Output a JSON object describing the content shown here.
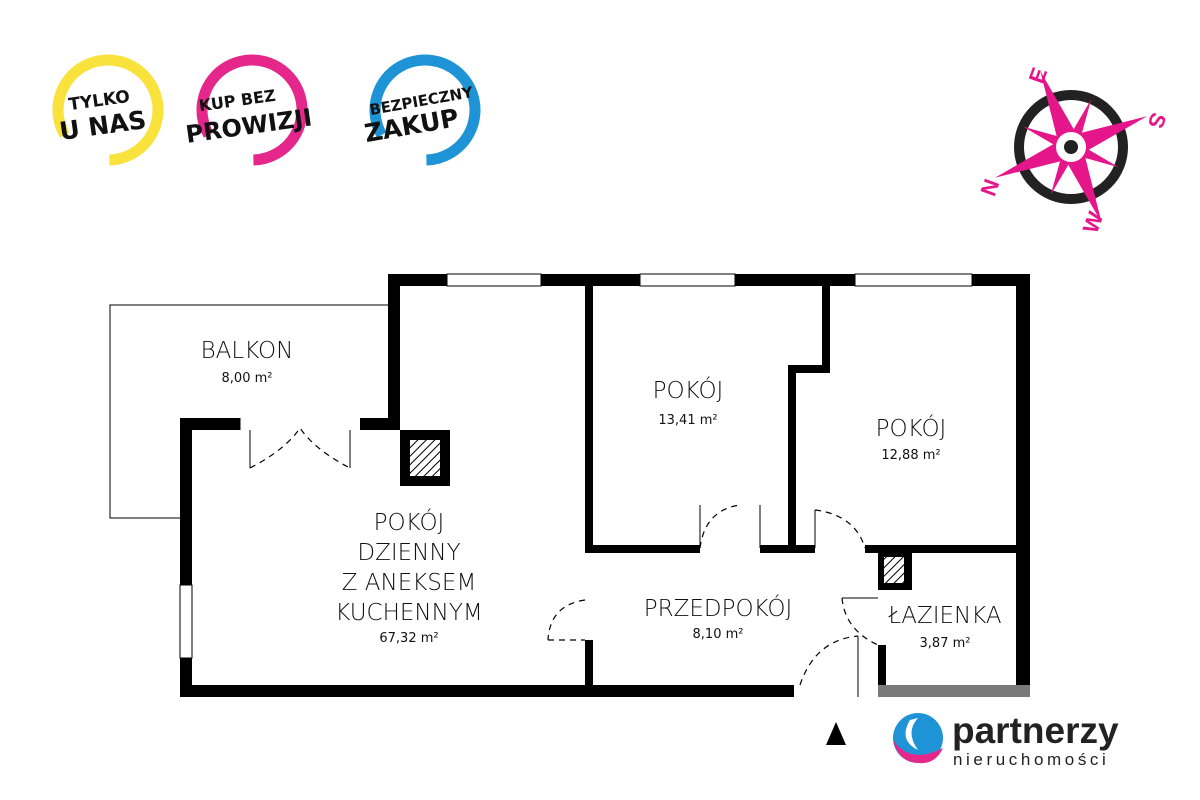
{
  "badges": [
    {
      "line1": "TYLKO",
      "line2": "U NAS",
      "color": "#f9e23c"
    },
    {
      "line1": "KUP BEZ",
      "line2": "PROWIZJI",
      "color": "#e5268a"
    },
    {
      "line1": "BEZPIECZNY",
      "line2": "ZAKUP",
      "color": "#1e94d6"
    }
  ],
  "compass": {
    "n": "N",
    "e": "E",
    "s": "S",
    "w": "W",
    "color": "#e5168a"
  },
  "rooms": {
    "balkon": {
      "name": "BALKON",
      "area": "8,00 m²"
    },
    "living": {
      "line1": "POKÓJ",
      "line2": "DZIENNY",
      "line3": "Z ANEKSEM",
      "line4": "KUCHENNYM",
      "area": "67,32 m²"
    },
    "room1": {
      "name": "POKÓJ",
      "area": "13,41 m²"
    },
    "room2": {
      "name": "POKÓJ",
      "area": "12,88 m²"
    },
    "hall": {
      "name": "PRZEDPOKÓJ",
      "area": "8,10 m²"
    },
    "bath": {
      "name": "ŁAZIENKA",
      "area": "3,87 m²"
    }
  },
  "logo": {
    "title": "partnerzy",
    "subtitle": "nieruchomości",
    "blue": "#1e94d6",
    "pink": "#e5268a"
  }
}
